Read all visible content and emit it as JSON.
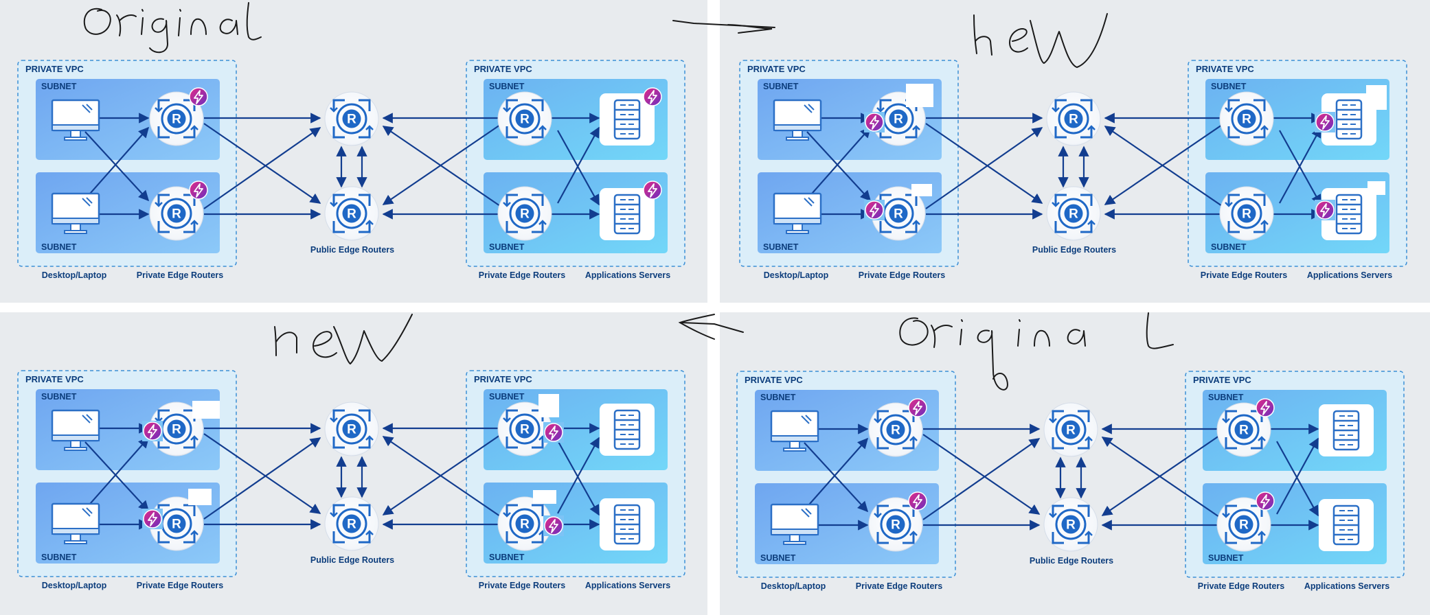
{
  "panels": [
    {
      "id": "top-left",
      "handwriting": "original",
      "labels": {
        "vpc_left": "PRIVATE VPC",
        "vpc_right": "PRIVATE VPC",
        "subnet_a": "SUBNET",
        "subnet_b": "SUBNET",
        "subnet_c": "SUBNET",
        "subnet_d": "SUBNET",
        "cap_desktop": "Desktop/Laptop",
        "cap_private_left": "Private Edge Routers",
        "cap_public": "Public Edge Routers",
        "cap_private_right": "Private Edge Routers",
        "cap_apps": "Applications Servers"
      },
      "router_letter": "R",
      "variant": "original-left"
    },
    {
      "id": "top-right",
      "handwriting": "new",
      "labels": {
        "vpc_left": "PRIVATE VPC",
        "vpc_right": "PRIVATE VPC",
        "subnet_a": "SUBNET",
        "subnet_b": "SUBNET",
        "subnet_c": "SUBNET",
        "subnet_d": "SUBNET",
        "cap_desktop": "Desktop/Laptop",
        "cap_private_left": "Private Edge Routers",
        "cap_public": "Public Edge Routers",
        "cap_private_right": "Private Edge Routers",
        "cap_apps": "Applications Servers"
      },
      "router_letter": "R",
      "variant": "new-both"
    },
    {
      "id": "bottom-left",
      "handwriting": "new",
      "labels": {
        "vpc_left": "PRIVATE VPC",
        "vpc_right": "PRIVATE VPC",
        "subnet_a": "SUBNET",
        "subnet_b": "SUBNET",
        "subnet_c": "SUBNET",
        "subnet_d": "SUBNET",
        "cap_desktop": "Desktop/Laptop",
        "cap_private_left": "Private Edge Routers",
        "cap_public": "Public Edge Routers",
        "cap_private_right": "Private Edge Routers",
        "cap_apps": "Applications Servers"
      },
      "router_letter": "R",
      "variant": "new-left"
    },
    {
      "id": "bottom-right",
      "handwriting": "original",
      "labels": {
        "vpc_left": "PRIVATE VPC",
        "vpc_right": "PRIVATE VPC",
        "subnet_a": "SUBNET",
        "subnet_b": "SUBNET",
        "subnet_c": "SUBNET",
        "subnet_d": "SUBNET",
        "cap_desktop": "Desktop/Laptop",
        "cap_private_left": "Private Edge Routers",
        "cap_public": "Public Edge Routers",
        "cap_private_right": "Private Edge Routers",
        "cap_apps": "Applications Servers"
      },
      "router_letter": "R",
      "variant": "original-right"
    }
  ],
  "colors": {
    "panel_bg": "#e8ebee",
    "vpc_fill": "#dbeef9",
    "vpc_border": "#3b8fd6",
    "subnet_left": "#7cb6f4",
    "subnet_right": "#6ed0f6",
    "title": "#0c3d7c",
    "arrow": "#123d8f",
    "router_blue": "#1f68c6",
    "badge_a": "#e22b86",
    "badge_b": "#7b2fb8",
    "ink": "#222222"
  }
}
